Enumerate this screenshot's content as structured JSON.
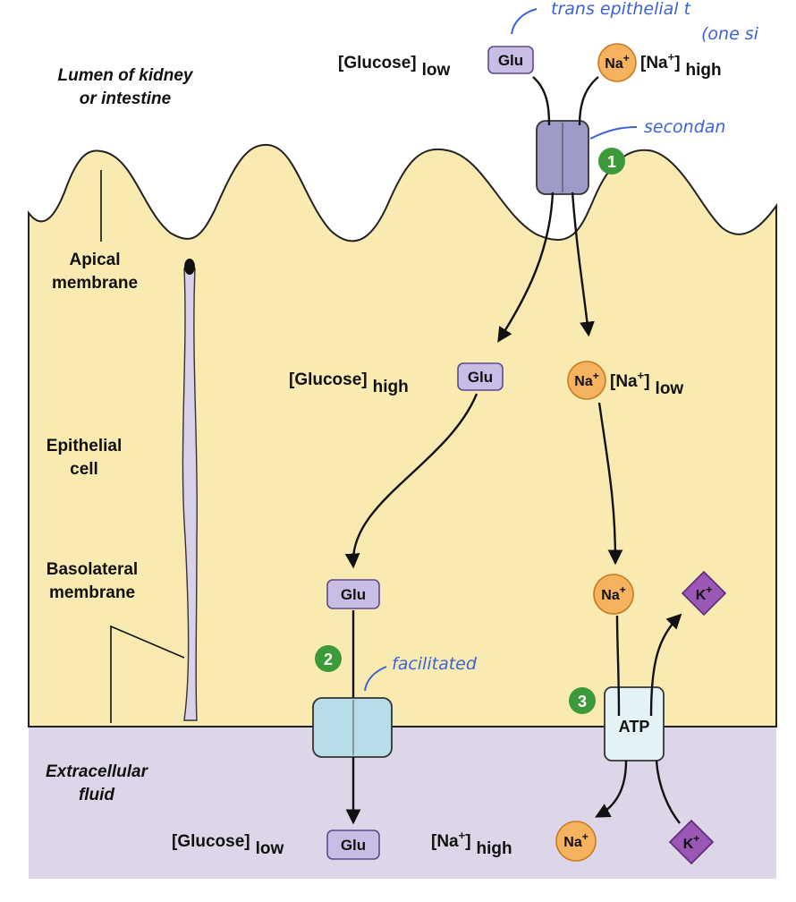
{
  "regions": {
    "lumen": "Lumen of kidney or intestine",
    "lumen_line1": "Lumen of kidney",
    "lumen_line2": "or intestine",
    "apical_line1": "Apical",
    "apical_line2": "membrane",
    "epithelial_line1": "Epithelial",
    "epithelial_line2": "cell",
    "basolateral_line1": "Basolateral",
    "basolateral_line2": "membrane",
    "ecf_line1": "Extracellular",
    "ecf_line2": "fluid"
  },
  "molecules": {
    "glu": "Glu",
    "na": "Na",
    "na_sup": "+",
    "k": "K",
    "k_sup": "+",
    "atp": "ATP"
  },
  "concentrations": {
    "glucose_low_top": {
      "label": "[Glucose]",
      "level": "low"
    },
    "na_high_top": {
      "label": "[Na",
      "sup": "+",
      "close": "]",
      "level": "high"
    },
    "glucose_high_mid": {
      "label": "[Glucose]",
      "level": "high"
    },
    "na_low_mid": {
      "label": "[Na",
      "sup": "+",
      "close": "]",
      "level": "low"
    },
    "glucose_low_bottom": {
      "label": "[Glucose]",
      "level": "low"
    },
    "na_high_bottom": {
      "label": "[Na",
      "sup": "+",
      "close": "]",
      "level": "high"
    }
  },
  "steps": [
    "1",
    "2",
    "3"
  ],
  "handwritten": {
    "top_line1": "trans epithelial t",
    "top_line2": "(one si",
    "secondary": "secondan",
    "facilitated": "facilitated"
  },
  "colors": {
    "lumen_bg": "#ffffff",
    "cell_fill": "#f9eab2",
    "ecf_fill": "#ddd6e8",
    "membrane_stroke": "#222222",
    "sglt": "#9f9bc9",
    "glut": "#b6dde8",
    "pump": "#e3f2f6",
    "glu": "#c9bde6",
    "na": "#f6b25e",
    "k": "#9a57b5",
    "step_green": "#3d9a3a",
    "annotation_blue": "#3b63d6"
  }
}
